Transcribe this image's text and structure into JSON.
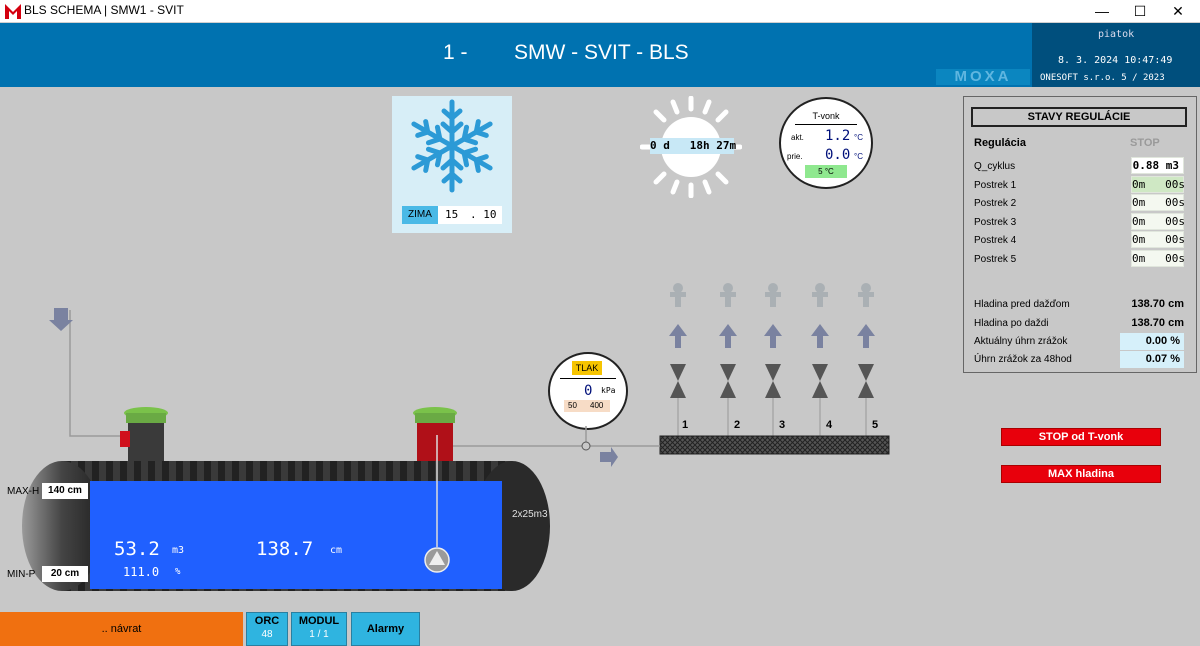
{
  "window": {
    "title": "BLS  SCHEMA  |  SMW1 - SVIT",
    "minimize": "—",
    "maximize": "☐",
    "close": "✕"
  },
  "header": {
    "number": "1 -",
    "title": "SMW - SVIT - BLS"
  },
  "clock": {
    "day": "piatok",
    "datetime": "8. 3. 2024 10:47:49",
    "logo": "MOXA",
    "company": "ONESOFT s.r.o. 5 / 2023"
  },
  "season": {
    "label": "ZIMA",
    "value1": "15",
    "value2": ". 10"
  },
  "sun": {
    "time": "0 d   18h 27m"
  },
  "tvonk": {
    "title": "T-vonk",
    "akt_label": "akt.",
    "akt_value": "1.2",
    "unit": "°C",
    "prie_label": "prie.",
    "prie_value": "0.0",
    "setpoint": "5 °C"
  },
  "tlak": {
    "label": "TLAK",
    "value": "0",
    "unit": "kPa",
    "min": "50",
    "max": "400"
  },
  "valves": [
    "1",
    "2",
    "3",
    "4",
    "5"
  ],
  "tank": {
    "maxh_label": "MAX-H",
    "maxh_value": "140 cm",
    "minp_label": "MIN-P",
    "minp_value": "20 cm",
    "volume": "53.2",
    "volume_unit": "m3",
    "level": "138.7",
    "level_unit": "cm",
    "percent": "111.0",
    "percent_unit": "%",
    "capacity": "2x25m3"
  },
  "status": {
    "title": "STAVY REGULÁCIE",
    "regulation_label": "Regulácia",
    "regulation_value": "STOP",
    "rows": [
      {
        "label": "Q_cyklus",
        "value": "0.88 m3"
      },
      {
        "label": "Postrek 1",
        "value": "0m   00s"
      },
      {
        "label": "Postrek 2",
        "value": "0m   00s"
      },
      {
        "label": "Postrek 3",
        "value": "0m   00s"
      },
      {
        "label": "Postrek 4",
        "value": "0m   00s"
      },
      {
        "label": "Postrek 5",
        "value": "0m   00s"
      }
    ],
    "levels": [
      {
        "label": "Hladina pred dažďom",
        "value": "138.70 cm"
      },
      {
        "label": "Hladina po daždi",
        "value": "138.70 cm"
      },
      {
        "label": "Aktuálny úhrn zrážok",
        "value": "0.00 %"
      },
      {
        "label": "Úhrn zrážok za 48hod",
        "value": "0.07 %"
      }
    ]
  },
  "alarms": {
    "stop_tvonk": "STOP od T-vonk",
    "max_hladina": "MAX hladina"
  },
  "bottom": {
    "back": ".. návrat",
    "orc_label": "ORC",
    "orc_value": "48",
    "modul_label": "MODUL",
    "modul_value": "1 / 1",
    "alarmy": "Alarmy"
  }
}
